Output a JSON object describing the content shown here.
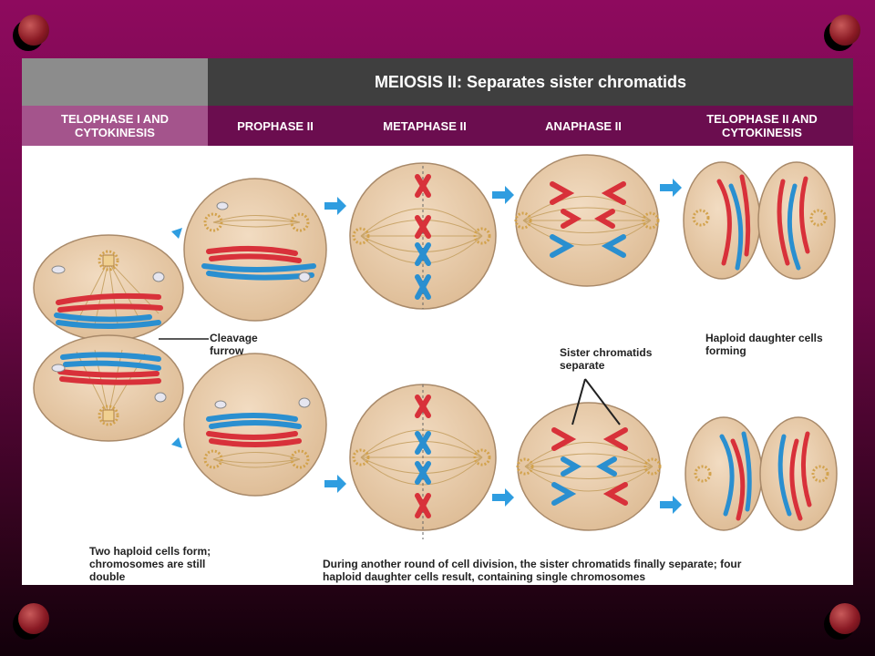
{
  "header": {
    "title": "MEIOSIS II: Separates sister chromatids"
  },
  "phases": [
    {
      "label": "TELOPHASE I AND CYTOKINESIS"
    },
    {
      "label": "PROPHASE II"
    },
    {
      "label": "METAPHASE II"
    },
    {
      "label": "ANAPHASE II"
    },
    {
      "label": "TELOPHASE II AND CYTOKINESIS"
    }
  ],
  "annotations": {
    "cleavage_furrow": "Cleavage furrow",
    "sister_chromatids": "Sister chromatids separate",
    "haploid_forming": "Haploid daughter cells forming"
  },
  "captions": {
    "left": "Two haploid cells form; chromosomes are still double",
    "bottom": "During another round of cell division, the sister chromatids finally separate; four haploid daughter cells result, containing single chromosomes"
  },
  "colors": {
    "cell": "#e8c9a6",
    "cell_edge": "#a98a6a",
    "maternal": "#d8313a",
    "paternal": "#2a8fd0",
    "arrow": "#2f9de0"
  }
}
